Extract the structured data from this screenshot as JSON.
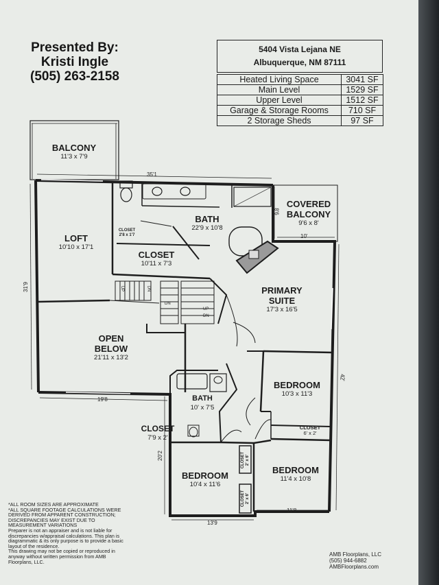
{
  "presenter": {
    "line1": "Presented By:",
    "line2": "Kristi Ingle",
    "line3": "(505) 263-2158"
  },
  "address": {
    "line1": "5404 Vista Lejana NE",
    "line2": "Albuquerque, NM 87111"
  },
  "areas": [
    {
      "label": "Heated Living Space",
      "value": "3041 SF"
    },
    {
      "label": "Main Level",
      "value": "1529 SF"
    },
    {
      "label": "Upper Level",
      "value": "1512 SF"
    },
    {
      "label": "Garage & Storage Rooms",
      "value": "710 SF"
    },
    {
      "label": "2 Storage Sheds",
      "value": "97 SF"
    }
  ],
  "rooms": {
    "balcony": {
      "name": "BALCONY",
      "dims": "11'3 x 7'9"
    },
    "loft": {
      "name": "LOFT",
      "dims": "10'10 x 17'1"
    },
    "bath_main": {
      "name": "BATH",
      "dims": "22'9 x 10'8"
    },
    "covered_balcony": {
      "name1": "COVERED",
      "name2": "BALCONY",
      "dims": "9'6 x 8'"
    },
    "closet_main": {
      "name": "CLOSET",
      "dims": "10'11 x 7'3"
    },
    "closet_small": {
      "name": "CLOSET",
      "dims": "2'8 x 1'7"
    },
    "primary": {
      "name1": "PRIMARY",
      "name2": "SUITE",
      "dims": "17'3 x 16'5"
    },
    "open_below": {
      "name1": "OPEN",
      "name2": "BELOW",
      "dims": "21'11 x 13'2"
    },
    "bedroom1": {
      "name": "BEDROOM",
      "dims": "10'3 x 11'3"
    },
    "bath2": {
      "name": "BATH",
      "dims": "10' x 7'5"
    },
    "closet_a": {
      "name": "CLOSET",
      "dims": "7'9 x 2'"
    },
    "closet_b": {
      "name": "CLOSET",
      "dims": "6' x 2'"
    },
    "closet_c": {
      "name": "CLOSET",
      "dims": "2' x 6'"
    },
    "closet_d": {
      "name": "CLOSET",
      "dims": "2' x 6'"
    },
    "bedroom2": {
      "name": "BEDROOM",
      "dims": "11'4 x 10'8"
    },
    "bedroom3": {
      "name": "BEDROOM",
      "dims": "10'4 x 11'6"
    }
  },
  "dimensions": {
    "top": "35'1",
    "left": "31'9",
    "balcony_side": "8'6",
    "balcony_bottom": "10'",
    "right": "42'",
    "mid_left": "19'8",
    "lower_left": "20'2",
    "bottom_left": "13'9",
    "bottom_right": "11'8"
  },
  "stairs": {
    "up1": "UP",
    "dn1": "DN",
    "dn2": "DN",
    "up2": "UP",
    "dn3": "DN"
  },
  "notes": [
    "*ALL ROOM SIZES ARE APPROXIMATE",
    "*ALL SQUARE FOOTAGE CALCULATIONS WERE",
    "DERIVED FROM APPARENT CONSTRUCTION;",
    "DISCREPANCIES MAY EXIST DUE TO",
    "MEASUREMENT VARIATIONS",
    "Preparer is not an appraiser and is not liable for",
    "discrepancies w/appraisal calculations.  This plan is",
    "diagrammatic & its only purpose is to provide a basic",
    "layout of the residence.",
    "This drawing may not be copied or reproduced in",
    "anyway without written permission from AMB",
    "Floorplans, LLC."
  ],
  "credit": {
    "line1": "AMB Floorplans, LLC",
    "line2": "(505) 944-6882",
    "line3": "AMBFloorplans.com"
  }
}
